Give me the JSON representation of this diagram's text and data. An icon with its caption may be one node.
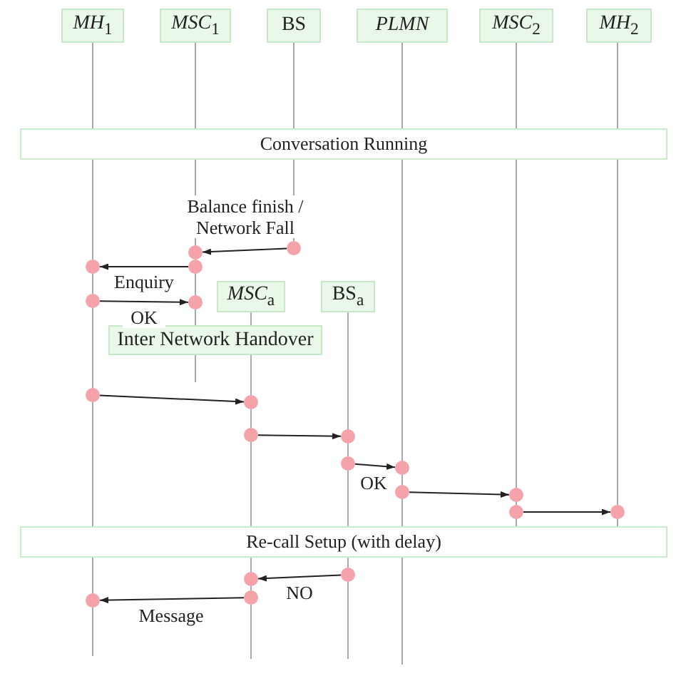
{
  "diagram": {
    "nodes": [
      {
        "text": [
          "*MH*$_{1}$"
        ]
      },
      {
        "text": [
          "*MSC*$_{1}$"
        ]
      },
      {
        "text": [
          "BS"
        ]
      },
      {
        "text": [
          "*PLMN*"
        ]
      },
      {
        "text": [
          "*MSC*$_{2}$"
        ]
      },
      {
        "text": [
          "*MH*$_{2}$"
        ]
      },
      {
        "text": [
          "Conversation Running"
        ]
      },
      {
        "text": [],
        "shape": "circle"
      },
      {
        "text": [],
        "shape": "circle"
      },
      {
        "text": [],
        "shape": "circle"
      },
      {
        "text": [],
        "shape": "circle"
      },
      {
        "text": [],
        "shape": "circle"
      },
      {
        "text": [],
        "shape": "circle"
      },
      {
        "text": [
          "*MSC*$_{a}$"
        ]
      },
      {
        "text": [
          "BS$_{a}$"
        ]
      },
      {
        "text": [
          "Inter Network Handover"
        ]
      },
      {
        "text": [],
        "shape": "circle"
      },
      {
        "text": [],
        "shape": "circle"
      },
      {
        "text": [],
        "shape": "circle"
      },
      {
        "text": [],
        "shape": "circle"
      },
      {
        "text": [],
        "shape": "circle"
      },
      {
        "text": [],
        "shape": "circle"
      },
      {
        "text": [],
        "shape": "circle"
      },
      {
        "text": [],
        "shape": "circle"
      },
      {
        "text": [],
        "shape": "circle"
      },
      {
        "text": [],
        "shape": "circle"
      },
      {
        "text": [
          "Re-call Setup (with delay)"
        ]
      },
      {
        "text": [],
        "shape": "circle"
      },
      {
        "text": [],
        "shape": "circle"
      },
      {
        "text": [],
        "shape": "circle"
      },
      {
        "text": [],
        "shape": "circle"
      }
    ],
    "edges": [
      {
        "from": 8,
        "to": 7,
        "arrow": "to",
        "label": "Balance finish / Network Fall"
      },
      {
        "from": 10,
        "to": 9,
        "arrow": "to",
        "label": "Enquiry"
      },
      {
        "from": 11,
        "to": 12,
        "arrow": "to",
        "label": "OK"
      },
      {
        "from": 16,
        "to": 17,
        "arrow": "to"
      },
      {
        "from": 18,
        "to": 19,
        "arrow": "to"
      },
      {
        "from": 20,
        "to": 21,
        "arrow": "to",
        "label": "OK"
      },
      {
        "from": 22,
        "to": 23,
        "arrow": "to"
      },
      {
        "from": 24,
        "to": 25,
        "arrow": "to"
      },
      {
        "from": 27,
        "to": 28,
        "arrow": "to",
        "label": "NO"
      },
      {
        "from": 29,
        "to": 30,
        "arrow": "to",
        "label": "Message"
      },
      {
        "from": 2,
        "to": 6,
        "arrow": "none",
        "color": "#aaaaaa"
      },
      {
        "from": 6,
        "to": 8,
        "arrow": "none",
        "color": "#aaaaaa"
      },
      {
        "from": 4,
        "to": 6,
        "arrow": "none",
        "color": "#aaaaaa"
      },
      {
        "from": 6,
        "to": 26,
        "arrow": "none",
        "color": "#aaaaaa"
      },
      {
        "from": 5,
        "to": 6,
        "arrow": "none",
        "color": "#aaaaaa"
      },
      {
        "from": 6,
        "to": 26,
        "arrow": "none",
        "color": "#aaaaaa"
      }
    ]
  }
}
